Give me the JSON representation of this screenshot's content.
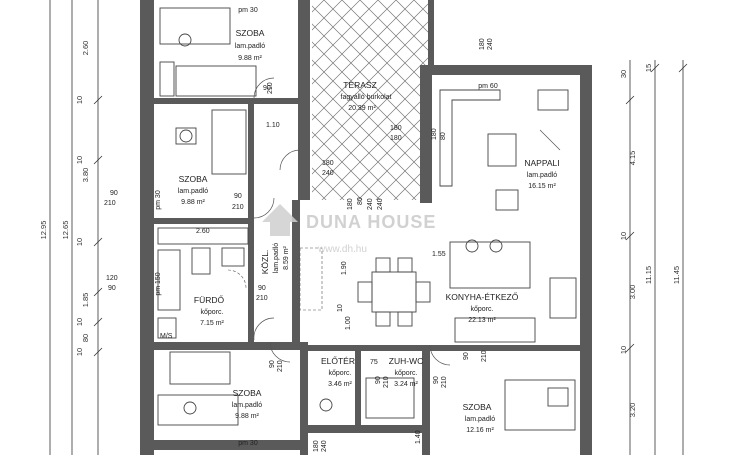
{
  "rooms": [
    {
      "name": "SZOBA",
      "floor": "lam.padló",
      "area": "9.88 m²"
    },
    {
      "name": "SZOBA",
      "floor": "lam.padló",
      "area": "9.88 m²"
    },
    {
      "name": "TERASZ",
      "floor": "fagyálló burkolat",
      "area": "20.39 m²"
    },
    {
      "name": "NAPPALI",
      "floor": "lam.padló",
      "area": "16.15 m²"
    },
    {
      "name": "KÖZL.",
      "floor": "lam.padló",
      "area": "8.59 m²"
    },
    {
      "name": "FÜRDŐ",
      "floor": "kőporc.",
      "area": "7.15 m²"
    },
    {
      "name": "KONYHA-ÉTKEZŐ",
      "floor": "kőporc.",
      "area": "22.13 m²"
    },
    {
      "name": "ELŐTÉR",
      "floor": "kőporc.",
      "area": "3.46 m²"
    },
    {
      "name": "ZUH-WC",
      "floor": "kőporc.",
      "area": "3.24 m²"
    },
    {
      "name": "SZOBA",
      "floor": "lam.padló",
      "area": "9.88 m²"
    },
    {
      "name": "SZOBA",
      "floor": "lam.padló",
      "area": "12.16 m²"
    }
  ],
  "parapets": [
    "pm 30",
    "pm 60",
    "pm 30",
    "pm 150",
    "pm 30"
  ],
  "openings": {
    "d_210a": "210",
    "d_90a": "90",
    "d_110": "1.10",
    "d_180a": "180",
    "d_240a": "240",
    "d_90b": "90",
    "d_210b": "210",
    "d_90c": "90",
    "d_210c": "210",
    "d_260": "2.60",
    "d_120": "120",
    "d_90d": "90",
    "d_90e": "90",
    "d_210d": "210",
    "d_ms": "M/S",
    "d_180b": "180",
    "d_180c": "180",
    "d_180d": "180",
    "d_240b": "240",
    "d_80": "80",
    "d_240c": "240",
    "d_190": "1.90",
    "d_10a": "10",
    "d_100": "1.00",
    "d_155": "1.55",
    "d_90f": "90",
    "d_210e": "210",
    "d_90g": "90",
    "d_210f": "210",
    "d_75": "75",
    "d_90h": "90",
    "d_210g": "210",
    "d_90i": "90",
    "d_210h": "210",
    "d_140": "1.40",
    "d_180e": "180",
    "d_240d": "240",
    "d_180f": "180",
    "d_180g": "180",
    "d_240e": "240",
    "d_80b": "80"
  },
  "dims_left_outer": [
    "12.95"
  ],
  "dims_left_mid": [
    "12.65"
  ],
  "dims_left_inner": [
    "10",
    "2.60",
    "10",
    "3.80",
    "10",
    "1.85",
    "10",
    "80",
    "10"
  ],
  "dims_right": [
    "30",
    "15",
    "4.15",
    "10",
    "3.00",
    "10",
    "3.20"
  ],
  "dims_right_total": [
    "11.15",
    "11.45"
  ],
  "watermark": {
    "brand": "DUNA HOUSE",
    "url": "www.dh.hu"
  }
}
